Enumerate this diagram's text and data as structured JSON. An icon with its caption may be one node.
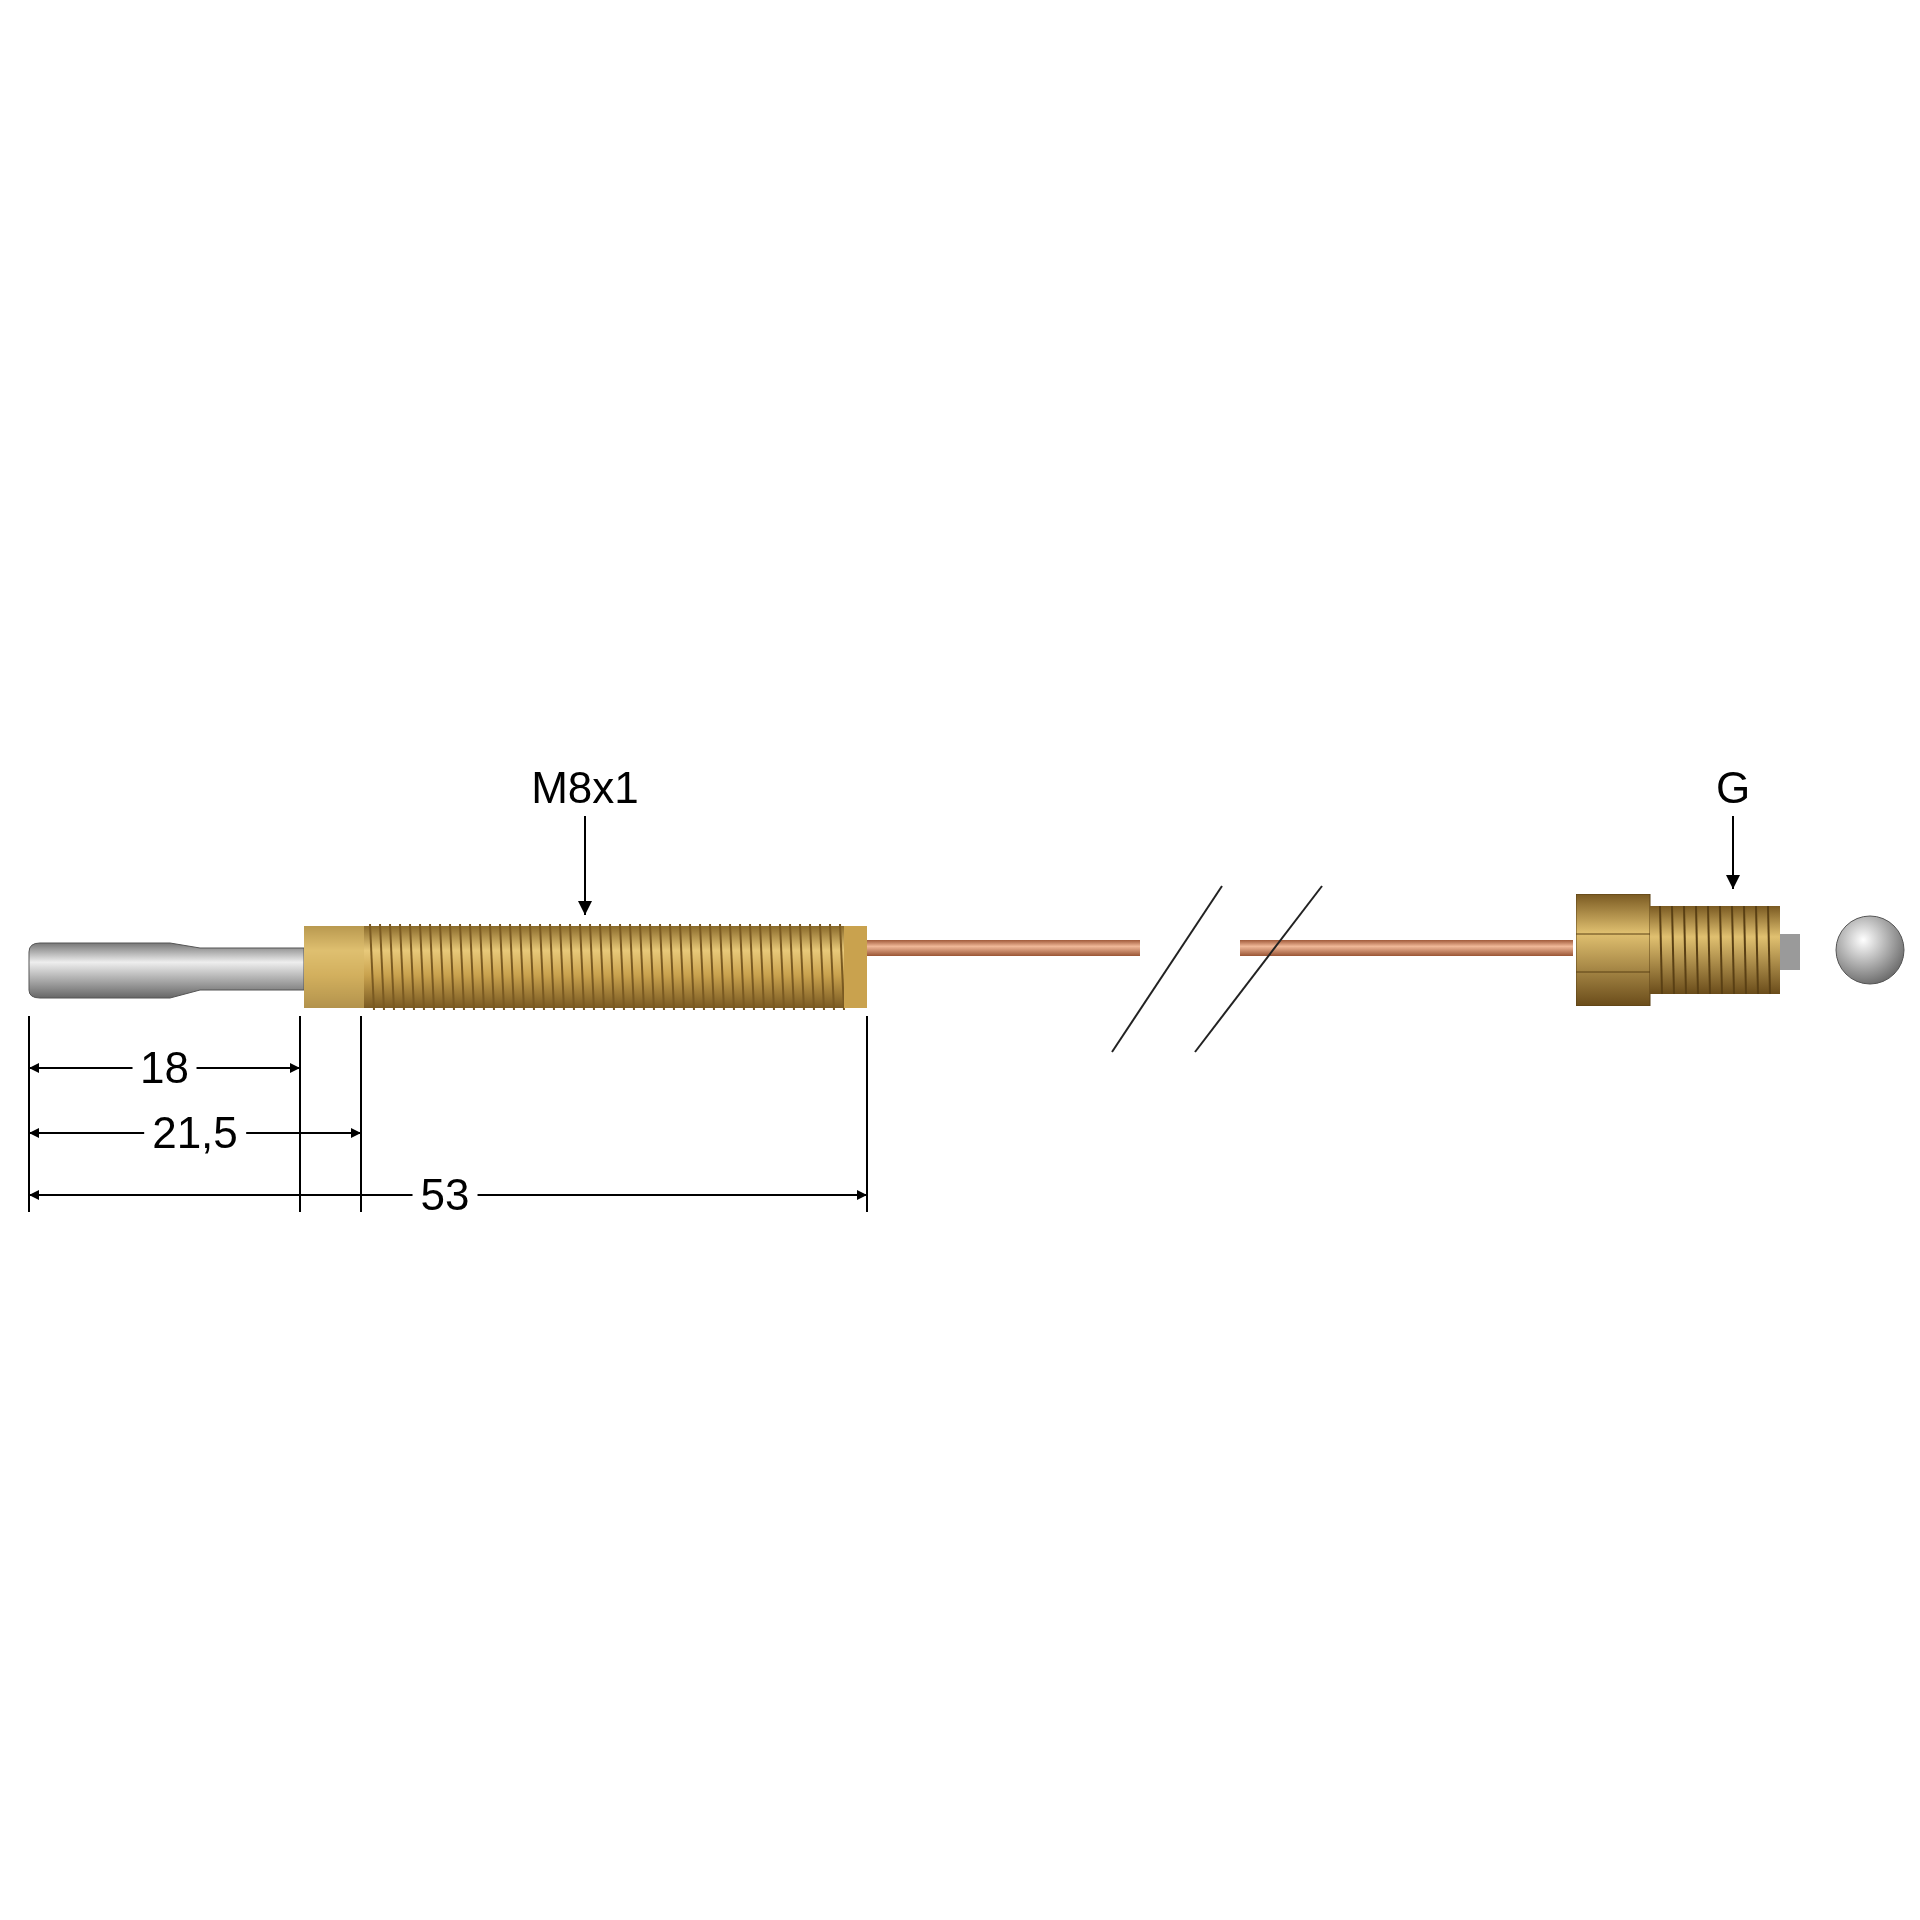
{
  "diagram": {
    "nodes": [
      {
        "text": [
          "M8x1"
        ]
      },
      {
        "text": [],
        "shape": "picture"
      },
      {
        "text": [
          "G"
        ]
      },
      {
        "text": [],
        "shape": "picture"
      }
    ],
    "edges": [
      {
        "from": 0,
        "to": 1,
        "arrow": "to"
      },
      {
        "from": 2,
        "to": 3,
        "arrow": "to"
      }
    ],
    "labels": [
      "18",
      "21,5",
      "53"
    ]
  }
}
